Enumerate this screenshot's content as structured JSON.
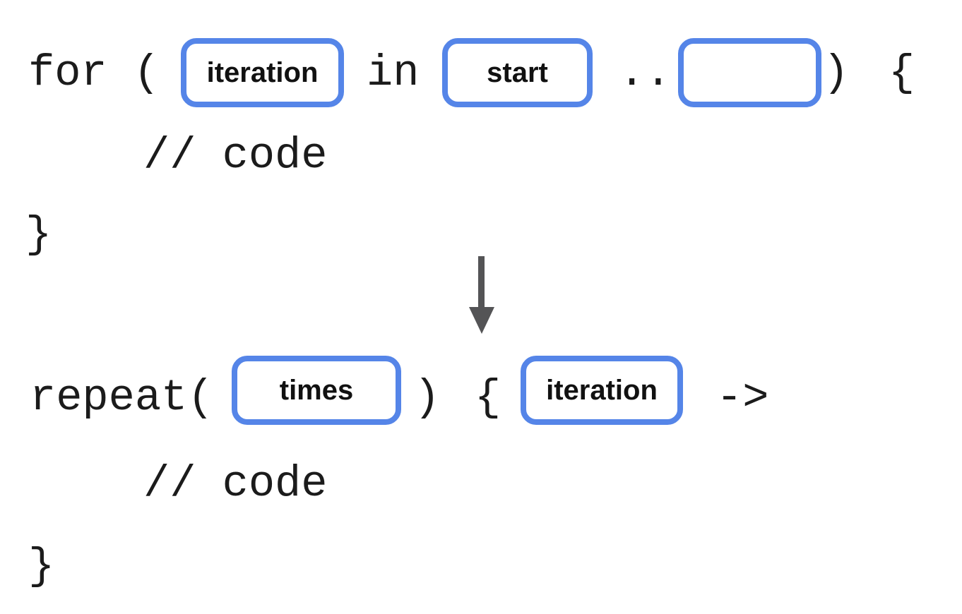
{
  "colors": {
    "accent-blue": "#5585E8",
    "arrow-gray": "#545456",
    "text": "#1B1B1B"
  },
  "before_block": {
    "keyword_open": "for (",
    "slot_iteration": "iteration",
    "keyword_in": "in",
    "slot_start": "start",
    "range_operator": "..",
    "paren_close": ")",
    "brace_open": "{",
    "comment": "// code",
    "brace_close": "}"
  },
  "transform": {
    "arrow_icon": "down-arrow"
  },
  "after_block": {
    "keyword_open": "repeat(",
    "slot_times": "times",
    "paren_close": ")",
    "brace_open": "{",
    "slot_iteration": "iteration",
    "lambda_operator": "->",
    "comment": "// code",
    "brace_close": "}"
  }
}
